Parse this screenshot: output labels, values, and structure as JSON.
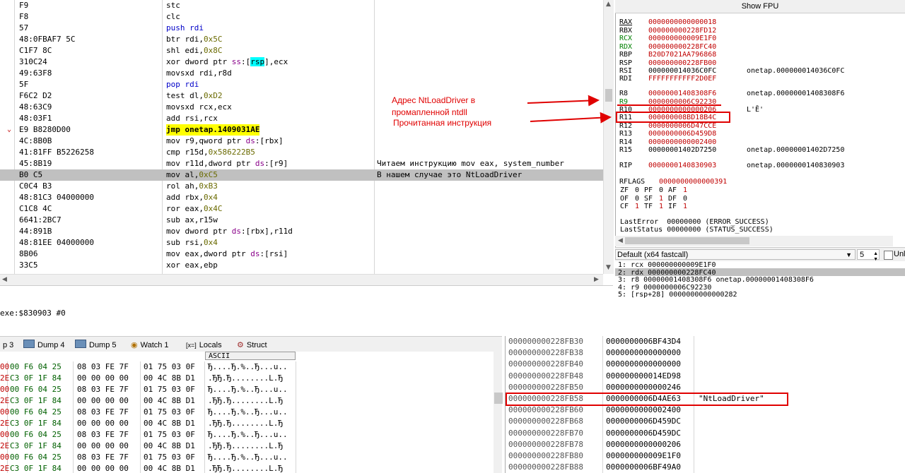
{
  "disasm": {
    "rows": [
      {
        "bytes": "F9",
        "instr": "stc",
        "cmt": ""
      },
      {
        "bytes": "F8",
        "instr": "clc",
        "cmt": ""
      },
      {
        "bytes": "57",
        "instr": "push rdi",
        "cmt": ""
      },
      {
        "bytes": "48:0FBAF7 5C",
        "instr": "btr rdi,0x5C",
        "cmt": ""
      },
      {
        "bytes": "C1F7 8C",
        "instr": "shl edi,0x8C",
        "cmt": ""
      },
      {
        "bytes": "310C24",
        "instr": "xor dword ptr ss:[rsp],ecx",
        "cmt": ""
      },
      {
        "bytes": "49:63F8",
        "instr": "movsxd rdi,r8d",
        "cmt": ""
      },
      {
        "bytes": "5F",
        "instr": "pop rdi",
        "cmt": ""
      },
      {
        "bytes": "F6C2 D2",
        "instr": "test dl,0xD2",
        "cmt": ""
      },
      {
        "bytes": "48:63C9",
        "instr": "movsxd rcx,ecx",
        "cmt": ""
      },
      {
        "bytes": "48:03F1",
        "instr": "add rsi,rcx",
        "cmt": ""
      },
      {
        "bytes": "E9 B8280D00",
        "instr": "jmp onetap.1409031AE",
        "cmt": ""
      },
      {
        "bytes": "4C:8B0B",
        "instr": "mov r9,qword ptr ds:[rbx]",
        "cmt": ""
      },
      {
        "bytes": "41:81FF B5226258",
        "instr": "cmp r15d,0x586222B5",
        "cmt": ""
      },
      {
        "bytes": "45:8B19",
        "instr": "mov r11d,dword ptr ds:[r9]",
        "cmt": "Читаем инструкцию mov eax, system_number"
      },
      {
        "bytes": "B0 C5",
        "instr": "mov al,0xC5",
        "cmt": "В нашем случае это NtLoadDriver"
      },
      {
        "bytes": "C0C4 B3",
        "instr": "rol ah,0xB3",
        "cmt": ""
      },
      {
        "bytes": "48:81C3 04000000",
        "instr": "add rbx,0x4",
        "cmt": ""
      },
      {
        "bytes": "C1C8 4C",
        "instr": "ror eax,0x4C",
        "cmt": ""
      },
      {
        "bytes": "6641:2BC7",
        "instr": "sub ax,r15w",
        "cmt": ""
      },
      {
        "bytes": "44:891B",
        "instr": "mov dword ptr ds:[rbx],r11d",
        "cmt": ""
      },
      {
        "bytes": "48:81EE 04000000",
        "instr": "sub rsi,0x4",
        "cmt": ""
      },
      {
        "bytes": "8B06",
        "instr": "mov eax,dword ptr ds:[rsi]",
        "cmt": ""
      },
      {
        "bytes": "33C5",
        "instr": "xor eax,ebp",
        "cmt": ""
      }
    ],
    "jump_arrow": "⌄"
  },
  "info_line": "exe:$830903 #0",
  "fpu_button": "Show FPU",
  "registers": [
    {
      "name": "RAX",
      "value": "0000000000000018",
      "comment": ""
    },
    {
      "name": "RBX",
      "value": "000000000228FD12",
      "comment": ""
    },
    {
      "name": "RCX",
      "value": "000000000009E1F0",
      "comment": ""
    },
    {
      "name": "RDX",
      "value": "000000000228FC40",
      "comment": ""
    },
    {
      "name": "RBP",
      "value": "B20D7021AA796868",
      "comment": ""
    },
    {
      "name": "RSP",
      "value": "000000000228FB00",
      "comment": ""
    },
    {
      "name": "RSI",
      "value": "000000014036C0FC",
      "comment": "onetap.000000014036C0FC"
    },
    {
      "name": "RDI",
      "value": "FFFFFFFFFFF2D0EF",
      "comment": ""
    },
    {
      "name": "R8",
      "value": "00000001408308F6",
      "comment": "onetap.00000001408308F6"
    },
    {
      "name": "R9",
      "value": "0000000006C92230",
      "comment": ""
    },
    {
      "name": "R10",
      "value": "0000000000000206",
      "comment": "L'Ȇ'"
    },
    {
      "name": "R11",
      "value": "000000008BD18B4C",
      "comment": ""
    },
    {
      "name": "R12",
      "value": "0000000006D47CCE",
      "comment": ""
    },
    {
      "name": "R13",
      "value": "0000000006D459D8",
      "comment": ""
    },
    {
      "name": "R14",
      "value": "0000000000002400",
      "comment": ""
    },
    {
      "name": "R15",
      "value": "00000001402D7250",
      "comment": "onetap.00000001402D7250"
    },
    {
      "name": "RIP",
      "value": "0000000140830903",
      "comment": "onetap.0000000140830903"
    }
  ],
  "rflags": {
    "label": "RFLAGS",
    "value": "0000000000000391"
  },
  "flags": [
    [
      "ZF",
      "0"
    ],
    [
      "PF",
      "0"
    ],
    [
      "AF",
      "1"
    ],
    [
      "OF",
      "0"
    ],
    [
      "SF",
      "1"
    ],
    [
      "DF",
      "0"
    ],
    [
      "CF",
      "1"
    ],
    [
      "TF",
      "1"
    ],
    [
      "IF",
      "1"
    ]
  ],
  "last_error": "LastError  00000000 (ERROR_SUCCESS)",
  "last_status": "LastStatus 00000000 (STATUS_SUCCESS)",
  "callconv": {
    "selected": "Default (x64 fastcall)",
    "count": "5",
    "unlock_label": "Unl"
  },
  "args": [
    "1: rcx 000000000009E1F0",
    "2: rdx 000000000228FC40",
    "3: r8 00000001408308F6 onetap.00000001408308F6",
    "4: r9 0000000006C92230",
    "5: [rsp+28] 0000000000000282"
  ],
  "tabs": [
    {
      "label": "p 3",
      "icon": "dump-icon"
    },
    {
      "label": "Dump 4",
      "icon": "dump-icon"
    },
    {
      "label": "Dump 5",
      "icon": "dump-icon"
    },
    {
      "label": "Watch 1",
      "icon": "watch-icon"
    },
    {
      "label": "Locals",
      "prefix": "[x=]",
      "icon": "locals-icon"
    },
    {
      "label": "Struct",
      "icon": "struct-icon"
    }
  ],
  "dump": {
    "ascii_header": "ASCII",
    "rows": [
      {
        "a": "00",
        "hex": "00 F6 04 25",
        "b": "08 03 FE 7F",
        "c": "01 75 03 0F",
        "ascii": "Ђ....Ђ.%..Ђ...u.."
      },
      {
        "a": "2E",
        "hex": "C3 0F 1F 84",
        "b": "00 00 00 00",
        "c": "00 4C 8B D1",
        "ascii": ".ЂЂ.Ђ........L.Ђ"
      },
      {
        "a": "00",
        "hex": "00 F6 04 25",
        "b": "08 03 FE 7F",
        "c": "01 75 03 0F",
        "ascii": "Ђ....Ђ.%..Ђ...u.."
      },
      {
        "a": "2E",
        "hex": "C3 0F 1F 84",
        "b": "00 00 00 00",
        "c": "00 4C 8B D1",
        "ascii": ".ЂЂ.Ђ........L.Ђ"
      },
      {
        "a": "00",
        "hex": "00 F6 04 25",
        "b": "08 03 FE 7F",
        "c": "01 75 03 0F",
        "ascii": "Ђ....Ђ.%..Ђ...u.."
      },
      {
        "a": "2E",
        "hex": "C3 0F 1F 84",
        "b": "00 00 00 00",
        "c": "00 4C 8B D1",
        "ascii": ".ЂЂ.Ђ........L.Ђ"
      },
      {
        "a": "00",
        "hex": "00 F6 04 25",
        "b": "08 03 FE 7F",
        "c": "01 75 03 0F",
        "ascii": "Ђ....Ђ.%..Ђ...u.."
      },
      {
        "a": "2E",
        "hex": "C3 0F 1F 84",
        "b": "00 00 00 00",
        "c": "00 4C 8B D1",
        "ascii": ".ЂЂ.Ђ........L.Ђ"
      },
      {
        "a": "00",
        "hex": "00 F6 04 25",
        "b": "08 03 FE 7F",
        "c": "01 75 03 0F",
        "ascii": "Ђ....Ђ.%..Ђ...u.."
      },
      {
        "a": "2E",
        "hex": "C3 0F 1F 84",
        "b": "00 00 00 00",
        "c": "00 4C 8B D1",
        "ascii": ".ЂЂ.Ђ........L.Ђ"
      }
    ]
  },
  "stack": [
    {
      "addr": "000000000228FB30",
      "val": "0000000006BF43D4",
      "cmt": ""
    },
    {
      "addr": "000000000228FB38",
      "val": "0000000000000000",
      "cmt": ""
    },
    {
      "addr": "000000000228FB40",
      "val": "0000000000000000",
      "cmt": ""
    },
    {
      "addr": "000000000228FB48",
      "val": "000000000014ED98",
      "cmt": ""
    },
    {
      "addr": "000000000228FB50",
      "val": "0000000000000246",
      "cmt": ""
    },
    {
      "addr": "000000000228FB58",
      "val": "0000000006D4AE63",
      "cmt": "\"NtLoadDriver\""
    },
    {
      "addr": "000000000228FB60",
      "val": "0000000000002400",
      "cmt": ""
    },
    {
      "addr": "000000000228FB68",
      "val": "0000000006D459DC",
      "cmt": ""
    },
    {
      "addr": "000000000228FB70",
      "val": "0000000006D459DC",
      "cmt": ""
    },
    {
      "addr": "000000000228FB78",
      "val": "0000000000000206",
      "cmt": ""
    },
    {
      "addr": "000000000228FB80",
      "val": "000000000009E1F0",
      "cmt": ""
    },
    {
      "addr": "000000000228FB88",
      "val": "0000000006BF49A0",
      "cmt": ""
    }
  ],
  "annotations": {
    "ntload_addr_1": "Адрес NtLoadDriver в",
    "ntload_addr_2": "промапленной ntdll",
    "read_instr": "Прочитанная инструкция"
  },
  "colors": {
    "accent_red": "#e00000",
    "selection_gray": "#c0c0c0",
    "jmp_highlight": "#ffff00"
  }
}
